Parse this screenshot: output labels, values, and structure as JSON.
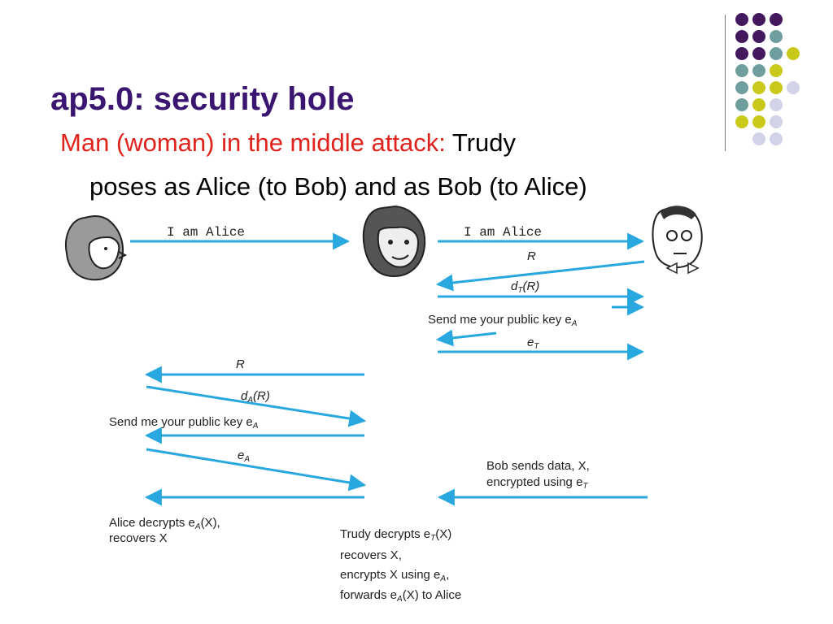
{
  "slide": {
    "title": "ap5.0: security hole",
    "subtitle_red": "Man (woman) in the middle attack:",
    "subtitle_rest": "Trudy",
    "subtitle_line2": "poses as Alice (to Bob) and as Bob (to Alice)"
  },
  "colors": {
    "title": "#3a1670",
    "accent_red": "#e0231c",
    "arrow": "#29a8e0",
    "dot_purple": "#43185f",
    "dot_teal": "#6f9e9e",
    "dot_yellow": "#c9c91a",
    "dot_lavender": "#d2d2e8"
  },
  "decor": {
    "dots": [
      [
        "purple",
        "purple",
        "purple",
        null
      ],
      [
        "purple",
        "purple",
        "teal",
        null
      ],
      [
        "purple",
        "purple",
        "teal",
        "yellow"
      ],
      [
        "teal",
        "teal",
        "yellow",
        null
      ],
      [
        "teal",
        "yellow",
        "yellow",
        "lavender"
      ],
      [
        "teal",
        "yellow",
        "lavender",
        null
      ],
      [
        "yellow",
        "yellow",
        "lavender",
        null
      ],
      [
        null,
        "lavender",
        "lavender",
        null
      ]
    ]
  },
  "characters": {
    "alice": "alice-face-icon",
    "trudy": "trudy-face-icon",
    "bob": "bob-face-icon"
  },
  "messages": {
    "alice_to_trudy": "I am Alice",
    "trudy_to_bob": "I am Alice",
    "bob_R": "R",
    "trudy_sig_label": "d",
    "trudy_sig_sub": "T",
    "trudy_sig_arg": "(R)",
    "bob_send_key": "Send me your public key e",
    "bob_send_key_sub": "A",
    "trudy_key_label": "e",
    "trudy_key_sub": "T",
    "trudy_R": "R",
    "alice_sig_label": "d",
    "alice_sig_sub": "A",
    "alice_sig_arg": "(R)",
    "trudy_send_key": "Send me your public key e",
    "trudy_send_key_sub": "A",
    "alice_key_label": "e",
    "alice_key_sub": "A"
  },
  "notes": {
    "bob_data_line1": "Bob sends data, X,",
    "bob_data_line2_pre": "encrypted using e",
    "bob_data_line2_sub": "T",
    "alice_line1_pre": "Alice decrypts e",
    "alice_line1_sub": "A",
    "alice_line1_post": "(X),",
    "alice_line2": "recovers X",
    "trudy_line1_pre": "Trudy decrypts e",
    "trudy_line1_sub": "T",
    "trudy_line1_post": "(X)",
    "trudy_line2": "recovers X,",
    "trudy_line3_pre": "encrypts X using e",
    "trudy_line3_sub": "A",
    "trudy_line3_post": ",",
    "trudy_line4_pre": "forwards e",
    "trudy_line4_sub": "A",
    "trudy_line4_post": "(X) to Alice"
  }
}
